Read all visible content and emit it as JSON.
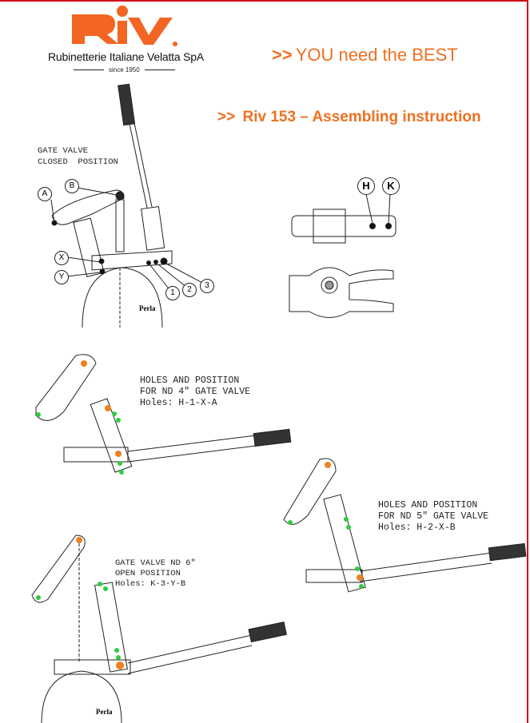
{
  "header": {
    "logo_text": "RIV",
    "company_name": "Rubinetterie Italiane Velatta SpA",
    "since": "since 1950",
    "slogan_chevron": ">>",
    "slogan": "YOU need the BEST",
    "title_chevron": ">>",
    "title": "Riv 153 – Assembling instruction"
  },
  "figure_closed": {
    "caption_line1": "GATE VALVE",
    "caption_line2": "CLOSED  POSITION",
    "labels": [
      "A",
      "B",
      "X",
      "Y",
      "1",
      "2",
      "3"
    ],
    "valve_label": "Perla"
  },
  "figure_detail": {
    "labels": [
      "H",
      "K"
    ]
  },
  "figure_nd4": {
    "line1": "HOLES AND POSITION",
    "line2": "FOR ND 4\" GATE VALVE",
    "line3": "Holes: H-1-X-A"
  },
  "figure_nd5": {
    "line1": "HOLES AND POSITION",
    "line2": "FOR ND 5\" GATE VALVE",
    "line3": "Holes: H-2-X-B"
  },
  "figure_nd6": {
    "line1": "GATE VALVE ND 6\"",
    "line2": "OPEN POSITION",
    "line3": "Holes: K-3-Y-B",
    "valve_label": "Perla"
  },
  "colors": {
    "brand": "#f07020",
    "border": "#d0101a",
    "selected_hole": "#f08020",
    "other_hole": "#2ecc40"
  }
}
